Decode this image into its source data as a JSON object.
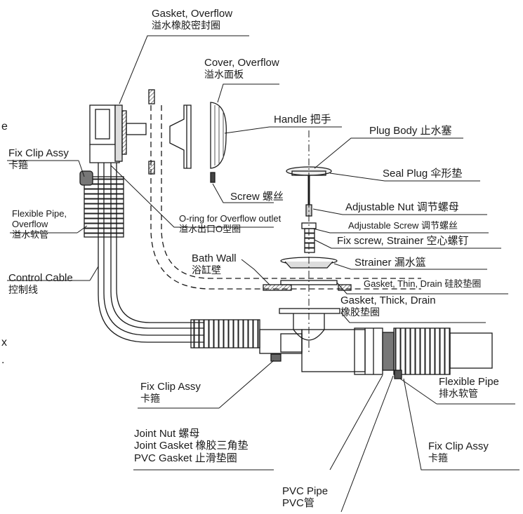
{
  "labels": {
    "gasket_overflow": {
      "en": "Gasket, Overflow",
      "cn": "溢水橡胶密封圈"
    },
    "cover_overflow": {
      "en": "Cover, Overflow",
      "cn": "溢水面板"
    },
    "handle": {
      "text": "Handle 把手"
    },
    "plug_body": {
      "text": "Plug Body 止水塞"
    },
    "fix_clip_top": {
      "en": "Fix Clip Assy",
      "cn": "卡箍"
    },
    "seal_plug": {
      "text": "Seal Plug 伞形垫"
    },
    "screw": {
      "text": "Screw 螺丝"
    },
    "flexible_pipe_overflow": {
      "en1": "Flexible Pipe,",
      "en2": "Overflow",
      "cn": "溢水软管"
    },
    "adjustable_nut": {
      "text": "Adjustable Nut 调节螺母"
    },
    "oring": {
      "en": "O-ring for Overflow outlet",
      "cn": "溢水出口O型圈"
    },
    "adjustable_screw": {
      "text": "Adjustable Screw 调节螺丝"
    },
    "fix_screw_strainer": {
      "text": "Fix screw, Strainer 空心螺钉"
    },
    "bath_wall": {
      "en": "Bath Wall",
      "cn": "浴缸壁"
    },
    "control_cable": {
      "en": "Control Cable",
      "cn": "控制线"
    },
    "strainer": {
      "text": "Strainer 漏水篮"
    },
    "gasket_thin": {
      "text": "Gasket, Thin, Drain 硅胶垫圈"
    },
    "gasket_thick": {
      "en": "Gasket, Thick, Drain",
      "cn": "橡胶垫圈"
    },
    "fix_clip_mid": {
      "en": "Fix Clip Assy",
      "cn": "卡箍"
    },
    "flexible_pipe": {
      "en": "Flexible Pipe",
      "cn": "排水软管"
    },
    "joint_nut": {
      "text": "Joint Nut 螺母"
    },
    "joint_gasket": {
      "text": "Joint Gasket 橡胶三角垫"
    },
    "pvc_gasket": {
      "text": "PVC Gasket 止滑垫圈"
    },
    "fix_clip_right": {
      "en": "Fix Clip Assy",
      "cn": "卡箍"
    },
    "pvc_pipe": {
      "en": "PVC Pipe",
      "cn": "PVC管"
    }
  },
  "margin_fragments": {
    "top": "e",
    "mid": "x",
    "low": "."
  },
  "colors": {
    "line": "#1a1a1a",
    "hatch": "#333333",
    "background": "#ffffff"
  }
}
